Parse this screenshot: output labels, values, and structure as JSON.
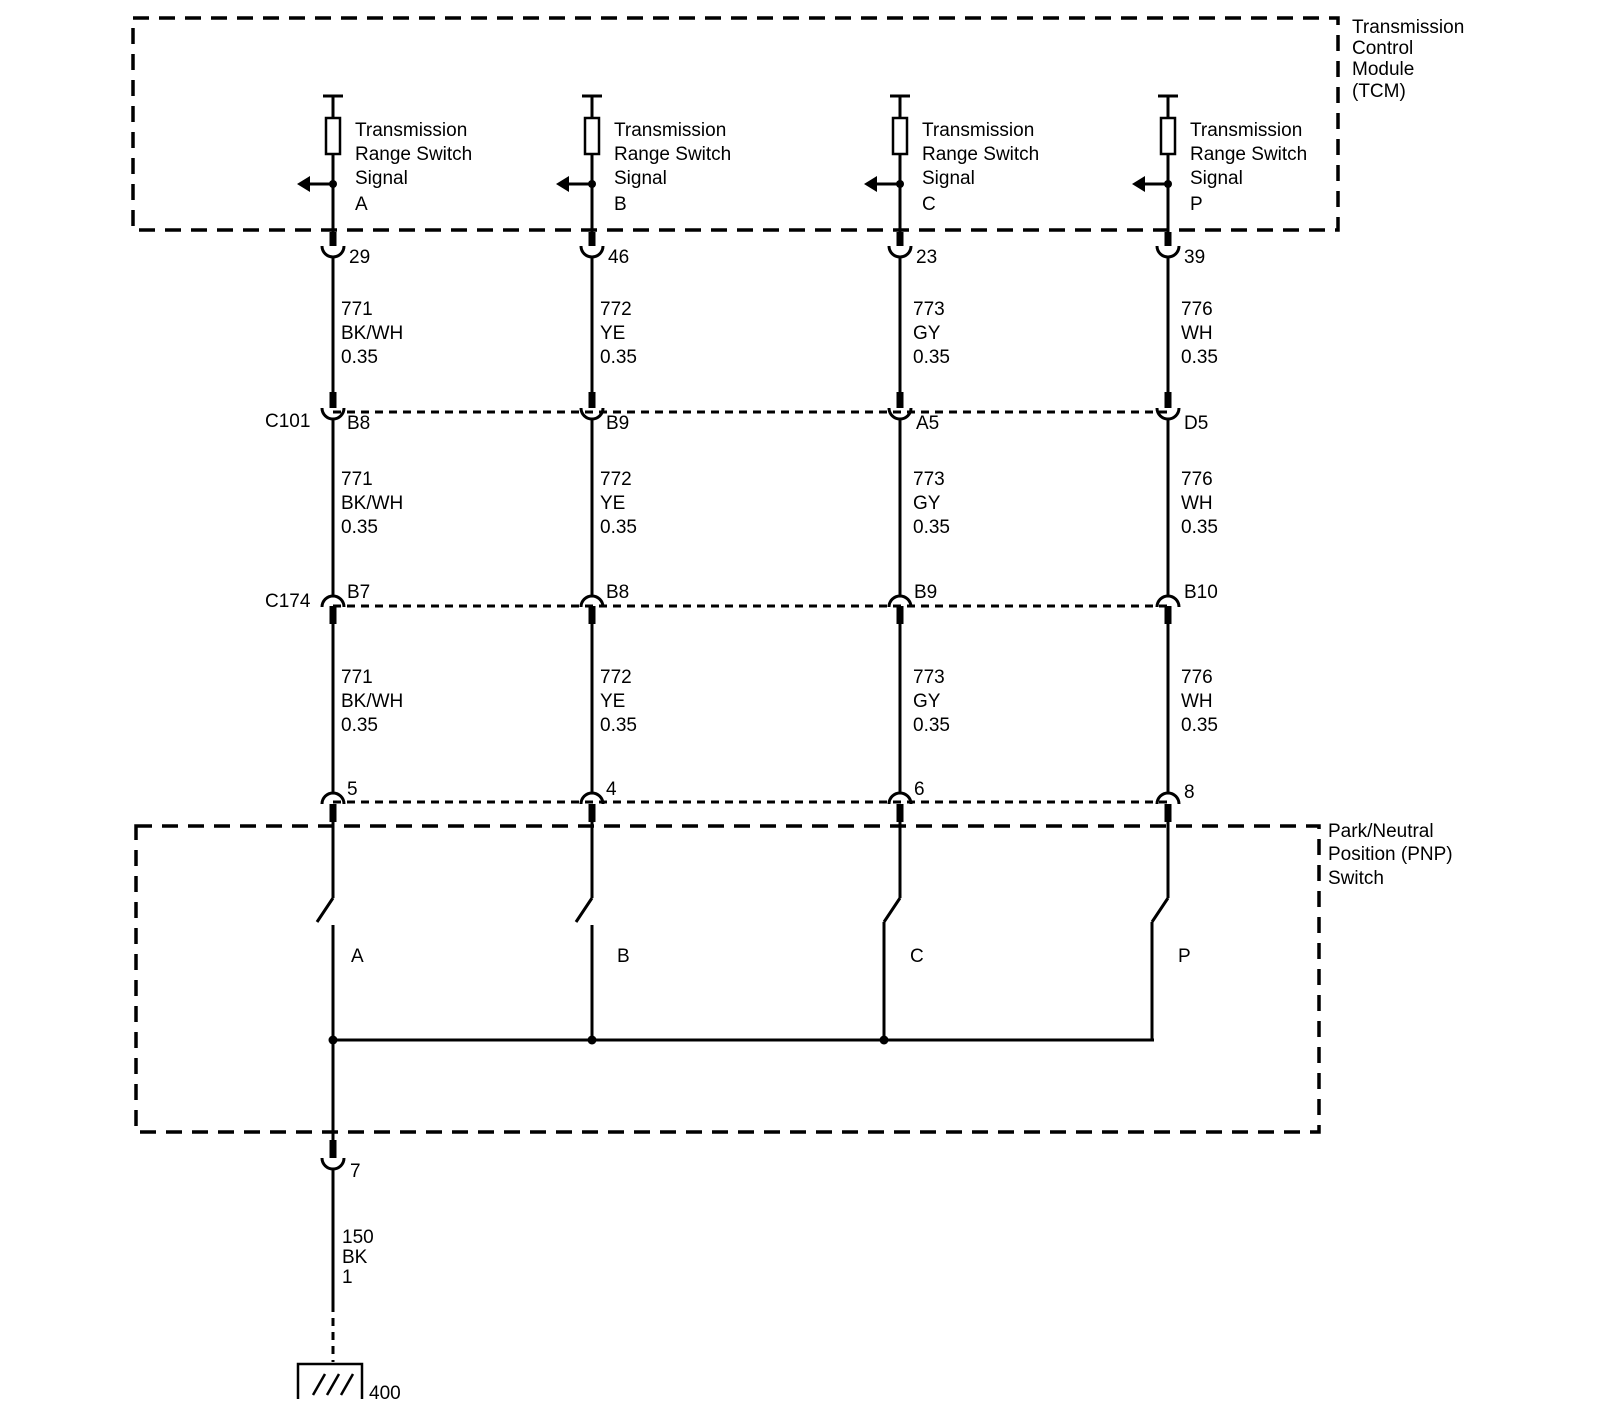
{
  "modules": {
    "tcm": {
      "lines": [
        "Transmission",
        "Control",
        "Module",
        "(TCM)"
      ]
    },
    "pnp": {
      "lines": [
        "Park/Neutral",
        "Position (PNP)",
        "Switch"
      ]
    }
  },
  "connectors": {
    "c101": "C101",
    "c174": "C174"
  },
  "circuits": [
    {
      "signal_lines": [
        "Transmission",
        "Range Switch",
        "Signal",
        "A"
      ],
      "tcm_pin": "29",
      "seg1": [
        "771",
        "BK/WH",
        "0.35"
      ],
      "c101_pin": "B8",
      "seg2": [
        "771",
        "BK/WH",
        "0.35"
      ],
      "c174_pin": "B7",
      "seg3": [
        "771",
        "BK/WH",
        "0.35"
      ],
      "pnp_pin": "5",
      "switch_label": "A"
    },
    {
      "signal_lines": [
        "Transmission",
        "Range Switch",
        "Signal",
        "B"
      ],
      "tcm_pin": "46",
      "seg1": [
        "772",
        "YE",
        "0.35"
      ],
      "c101_pin": "B9",
      "seg2": [
        "772",
        "YE",
        "0.35"
      ],
      "c174_pin": "B8",
      "seg3": [
        "772",
        "YE",
        "0.35"
      ],
      "pnp_pin": "4",
      "switch_label": "B"
    },
    {
      "signal_lines": [
        "Transmission",
        "Range Switch",
        "Signal",
        "C"
      ],
      "tcm_pin": "23",
      "seg1": [
        "773",
        "GY",
        "0.35"
      ],
      "c101_pin": "A5",
      "seg2": [
        "773",
        "GY",
        "0.35"
      ],
      "c174_pin": "B9",
      "seg3": [
        "773",
        "GY",
        "0.35"
      ],
      "pnp_pin": "6",
      "switch_label": "C"
    },
    {
      "signal_lines": [
        "Transmission",
        "Range Switch",
        "Signal",
        "P"
      ],
      "tcm_pin": "39",
      "seg1": [
        "776",
        "WH",
        "0.35"
      ],
      "c101_pin": "D5",
      "seg2": [
        "776",
        "WH",
        "0.35"
      ],
      "c174_pin": "B10",
      "seg3": [
        "776",
        "WH",
        "0.35"
      ],
      "pnp_pin": "8",
      "switch_label": "P"
    }
  ],
  "ground": {
    "pnp_pin": "7",
    "wire": [
      "150",
      "BK",
      "1"
    ],
    "ground_label": "400"
  }
}
